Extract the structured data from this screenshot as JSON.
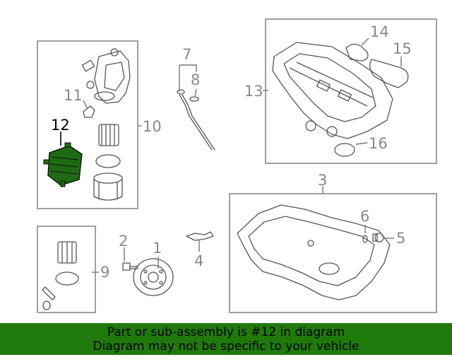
{
  "callouts": {
    "c1": "1",
    "c2": "2",
    "c3": "3",
    "c4": "4",
    "c5": "5",
    "c6": "6",
    "c7": "7",
    "c8": "8",
    "c9": "9",
    "c10": "10",
    "c11": "11",
    "c12": "12",
    "c13": "13",
    "c14": "14",
    "c15": "15",
    "c16": "16"
  },
  "highlighted_part": "12",
  "colors": {
    "banner_bg": "#1f7a0b",
    "highlight_fill": "#1e6b12",
    "callout_gray": "#888888"
  },
  "banner": {
    "line1": "Part or sub-assembly is #12 in diagram",
    "line2": "Diagram may not be specific to your vehicle"
  }
}
